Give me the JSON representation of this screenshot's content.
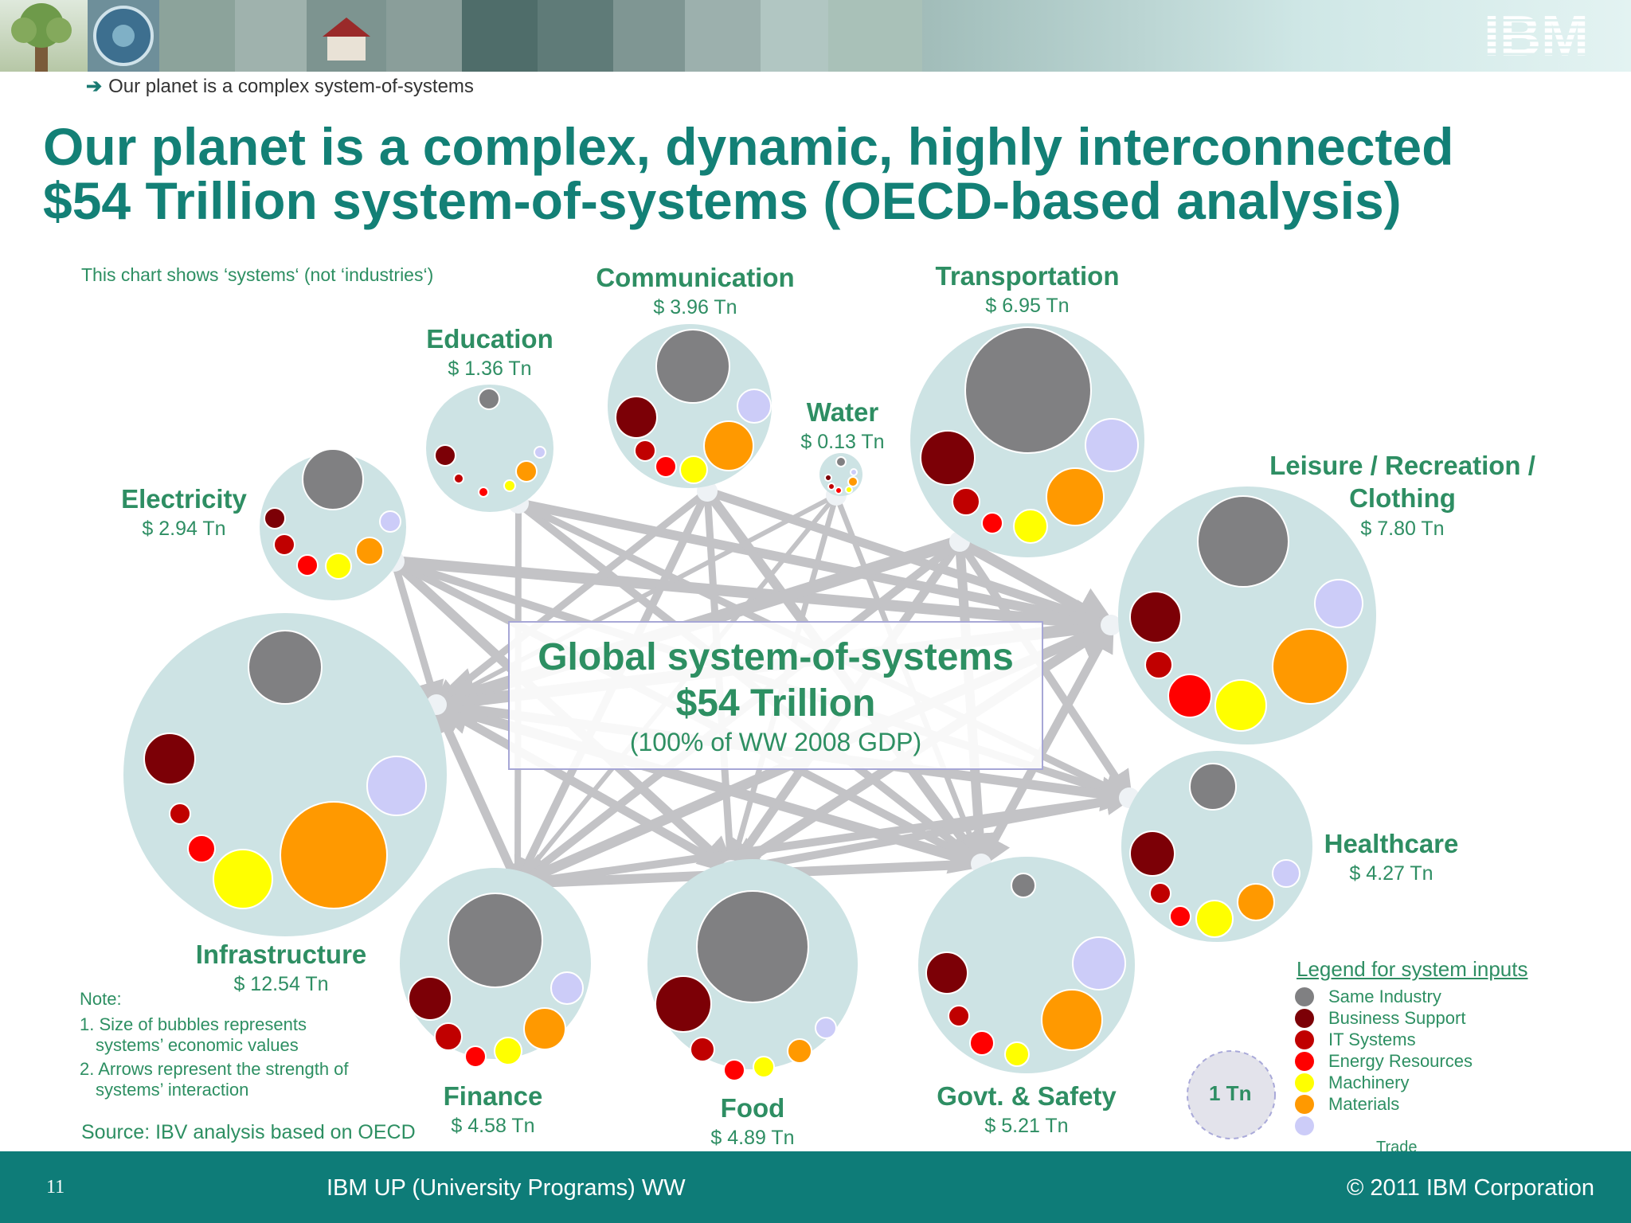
{
  "header": {
    "breadcrumb": "Our planet is a complex system-of-systems",
    "logo_text": "IBM",
    "title_line1": "Our planet is a complex, dynamic, highly interconnected",
    "title_line2": "$54 Trillion system-of-systems (OECD-based analysis)"
  },
  "chart_subtitle": "This chart shows ‘systems‘ (not ‘industries‘)",
  "colors": {
    "same_industry": "#808082",
    "business_support": "#7c0006",
    "it_systems": "#c00000",
    "energy_resources": "#ff0000",
    "machinery": "#ffff00",
    "materials": "#ff9900",
    "trade": "#ccccf8",
    "bubble_bg": "#cde3e4",
    "title_teal": "#138076",
    "label_green": "#2e8e63",
    "footer_teal": "#0e7c78"
  },
  "systems": [
    {
      "name": "Communication",
      "value": "$ 3.96 Tn"
    },
    {
      "name": "Transportation",
      "value": "$ 6.95 Tn"
    },
    {
      "name": "Education",
      "value": "$ 1.36 Tn"
    },
    {
      "name": "Water",
      "value": "$ 0.13 Tn"
    },
    {
      "name": "Electricity",
      "value": "$ 2.94 Tn"
    },
    {
      "name_line1": "Leisure / Recreation /",
      "name_line2": "Clothing",
      "value": "$ 7.80 Tn"
    },
    {
      "name": "Infrastructure",
      "value": "$ 12.54 Tn"
    },
    {
      "name": "Healthcare",
      "value": "$ 4.27 Tn"
    },
    {
      "name": "Finance",
      "value": "$ 4.58 Tn"
    },
    {
      "name": "Food",
      "value": "$ 4.89 Tn"
    },
    {
      "name": "Govt. & Safety",
      "value": "$ 5.21 Tn"
    }
  ],
  "center": {
    "line1": "Global system-of-systems",
    "line2": "$54 Trillion",
    "line3": "(100% of WW 2008 GDP)"
  },
  "note": {
    "heading": "Note:",
    "item1_line1": "1. Size of bubbles represents",
    "item1_line2": "systems’ economic values",
    "item2_line1": "2. Arrows represent the strength of",
    "item2_line2": "systems’ interaction"
  },
  "source": "Source: IBV analysis based on OECD",
  "scale_label": "1 Tn",
  "legend": {
    "title": "Legend for system inputs",
    "items": [
      {
        "label": "Same Industry",
        "color": "#808082"
      },
      {
        "label": "Business Support",
        "color": "#7c0006"
      },
      {
        "label": "IT Systems",
        "color": "#c00000"
      },
      {
        "label": "Energy Resources",
        "color": "#ff0000"
      },
      {
        "label": "Machinery",
        "color": "#ffff00"
      },
      {
        "label": "Materials",
        "color": "#ff9900"
      },
      {
        "label": "",
        "color": "#ccccf8"
      }
    ],
    "trade_label": "Trade"
  },
  "footer": {
    "page_number": "11",
    "center": "IBM UP (University Programs) WW",
    "copyright": "© 2011 IBM Corporation"
  }
}
